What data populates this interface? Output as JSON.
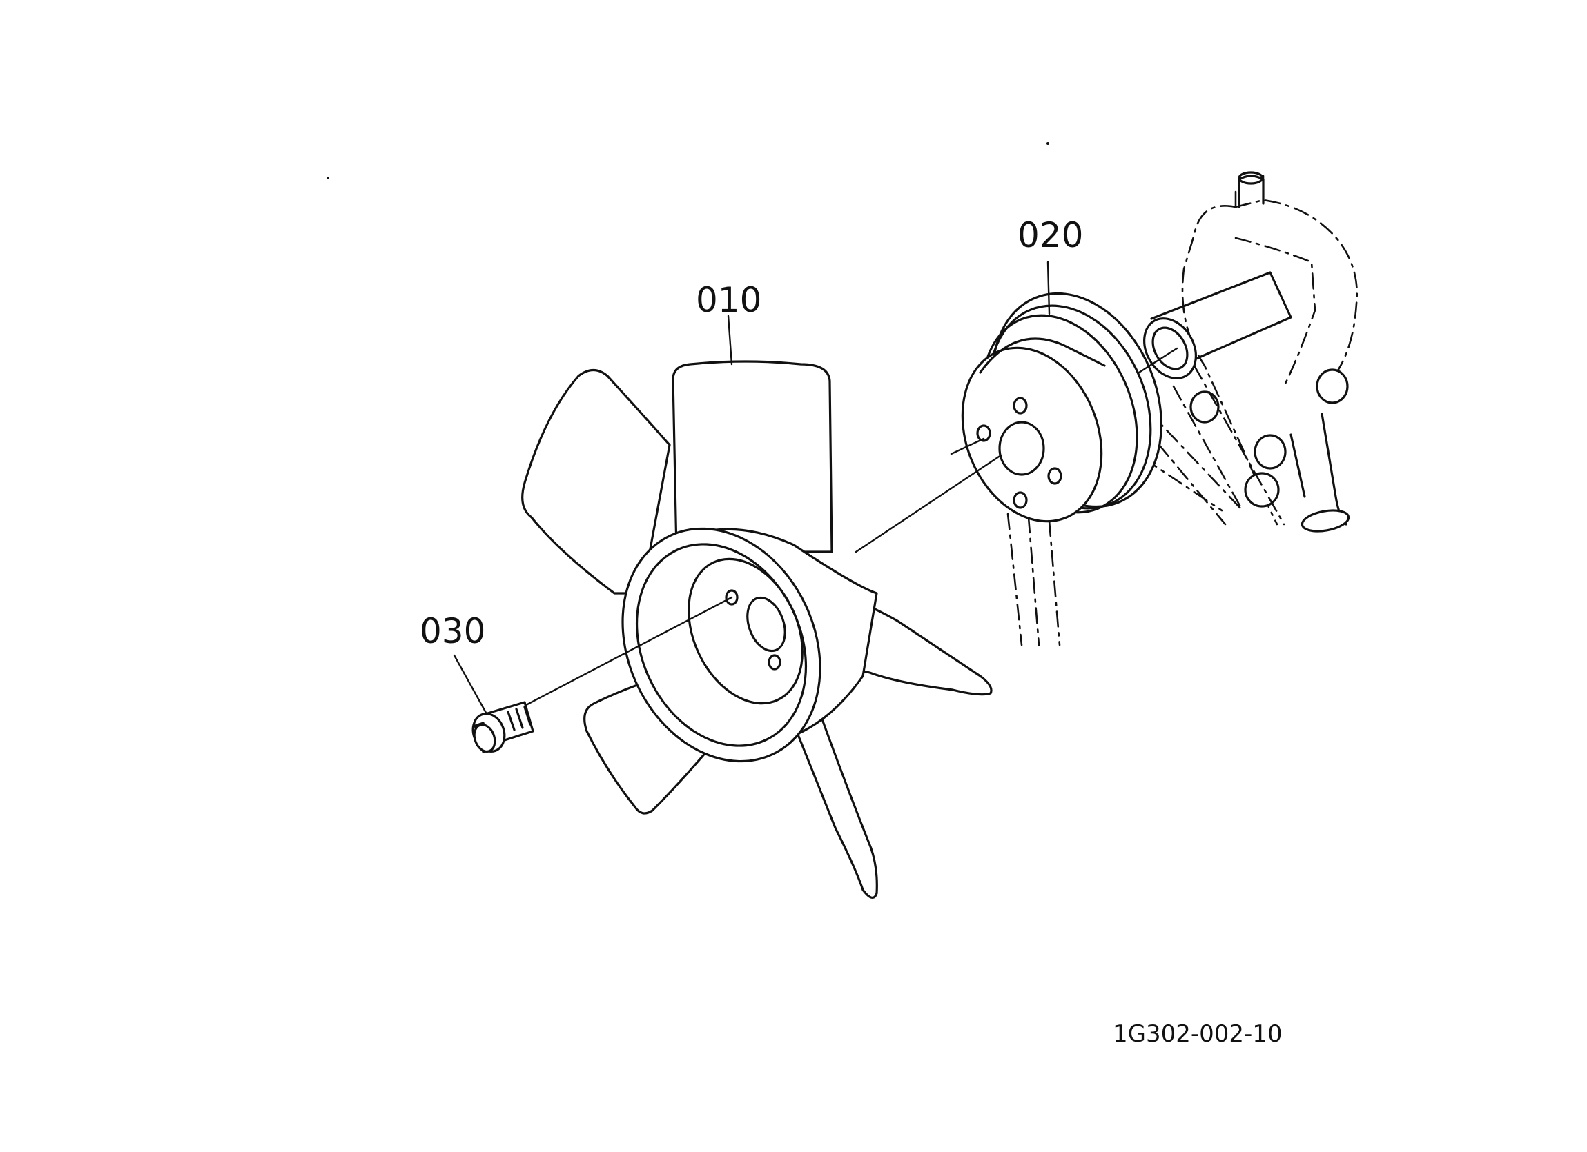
{
  "callouts": [
    {
      "id": "fan",
      "label": "010"
    },
    {
      "id": "pulley",
      "label": "020"
    },
    {
      "id": "bolt",
      "label": "030"
    }
  ],
  "drawing_code": "1G302-002-10",
  "colors": {
    "line": "#111111",
    "background": "#ffffff"
  },
  "icons": [
    "fan-blade-icon",
    "pulley-icon",
    "water-pump-icon",
    "bolt-icon"
  ]
}
